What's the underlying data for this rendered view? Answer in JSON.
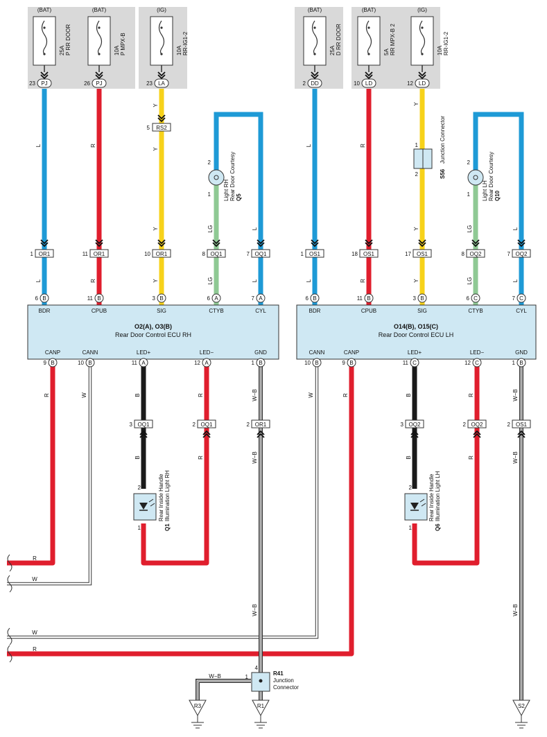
{
  "fuses": {
    "f1": {
      "power": "(BAT)",
      "rating": "25A",
      "name": "P RR DOOR",
      "pin": "23",
      "conn": "PJ"
    },
    "f2": {
      "power": "(BAT)",
      "rating": "10A",
      "name": "P MPX-B",
      "pin": "26",
      "conn": "PJ"
    },
    "f3": {
      "power": "(IG)",
      "rating": "10A",
      "name": "RR-IG1-2",
      "pin": "23",
      "conn": "LA"
    },
    "f4": {
      "power": "(BAT)",
      "rating": "25A",
      "name": "D RR DOOR",
      "pin": "2",
      "conn": "DD"
    },
    "f5": {
      "power": "(BAT)",
      "rating": "5A",
      "name": "RR MPX-B 2",
      "pin": "10",
      "conn": "LD"
    },
    "f6": {
      "power": "(IG)",
      "rating": "10A",
      "name": "RR-IG1-2",
      "pin": "12",
      "conn": "LD"
    }
  },
  "ecu_rh": {
    "title": "O2(A), O3(B)",
    "name": "Rear Door Control ECU RH"
  },
  "ecu_lh": {
    "title": "O14(B), O15(C)",
    "name": "Rear Door Control ECU LH"
  },
  "ecu_rh_pins": [
    {
      "name": "BDR",
      "num": "6",
      "letter": "B"
    },
    {
      "name": "CPUB",
      "num": "11",
      "letter": "B"
    },
    {
      "name": "SIG",
      "num": "3",
      "letter": "B"
    },
    {
      "name": "CTYB",
      "num": "6",
      "letter": "A"
    },
    {
      "name": "CYL",
      "num": "7",
      "letter": "A"
    },
    {
      "name": "CANP",
      "num": "9",
      "letter": "B"
    },
    {
      "name": "CANN",
      "num": "10",
      "letter": "B"
    },
    {
      "name": "LED+",
      "num": "11",
      "letter": "A"
    },
    {
      "name": "LED−",
      "num": "12",
      "letter": "A"
    },
    {
      "name": "GND",
      "num": "1",
      "letter": "B"
    }
  ],
  "ecu_lh_pins": [
    {
      "name": "BDR",
      "num": "6",
      "letter": "B"
    },
    {
      "name": "CPUB",
      "num": "11",
      "letter": "B"
    },
    {
      "name": "SIG",
      "num": "3",
      "letter": "B"
    },
    {
      "name": "CTYB",
      "num": "6",
      "letter": "C"
    },
    {
      "name": "CYL",
      "num": "7",
      "letter": "C"
    },
    {
      "name": "CANN",
      "num": "10",
      "letter": "B"
    },
    {
      "name": "CANP",
      "num": "9",
      "letter": "B"
    },
    {
      "name": "LED+",
      "num": "11",
      "letter": "C"
    },
    {
      "name": "LED−",
      "num": "12",
      "letter": "C"
    },
    {
      "name": "GND",
      "num": "1",
      "letter": "B"
    }
  ],
  "connectors_top": [
    {
      "num": "1",
      "label": "OR1"
    },
    {
      "num": "11",
      "label": "OR1"
    },
    {
      "num": "10",
      "label": "OR1"
    },
    {
      "num": "8",
      "label": "OQ1"
    },
    {
      "num": "7",
      "label": "OQ1"
    },
    {
      "num": "1",
      "label": "OS1"
    },
    {
      "num": "18",
      "label": "OS1"
    },
    {
      "num": "17",
      "label": "OS1"
    },
    {
      "num": "8",
      "label": "OQ2"
    },
    {
      "num": "7",
      "label": "OQ2"
    }
  ],
  "connectors_bottom": [
    {
      "num": "3",
      "label": "OQ1"
    },
    {
      "num": "2",
      "label": "OQ1"
    },
    {
      "num": "2",
      "label": "OR1"
    },
    {
      "num": "3",
      "label": "OQ2"
    },
    {
      "num": "2",
      "label": "OQ2"
    },
    {
      "num": "2",
      "label": "OS1"
    }
  ],
  "rs2": {
    "num": "5",
    "label": "RS2"
  },
  "courtesy_rh": {
    "code": "Q5",
    "line1": "Rear Door Courtesy",
    "line2": "Light RH",
    "pin_top": "2",
    "pin_bottom": "1"
  },
  "courtesy_lh": {
    "code": "Q10",
    "line1": "Rear Door Courtesy",
    "line2": "Light LH",
    "pin_top": "2",
    "pin_bottom": "1"
  },
  "junction_s56": {
    "code": "S56",
    "line1": "Junction Connector",
    "pin_top": "1",
    "pin_bottom": "2"
  },
  "illum_rh": {
    "code": "Q1",
    "line1": "Rear Inside Handle",
    "line2": "Illumination Light RH",
    "pin_top": "2",
    "pin_bottom": "1"
  },
  "illum_lh": {
    "code": "Q6",
    "line1": "Rear Inside Handle",
    "line2": "Illumination Light LH",
    "pin_top": "2",
    "pin_bottom": "1"
  },
  "junction_r41": {
    "code": "R41",
    "line1": "Junction",
    "line2": "Connector",
    "pin_top": "4",
    "pin_left": "1"
  },
  "grounds": [
    "R3",
    "R1",
    "S2"
  ],
  "wire_colors": {
    "L": "L",
    "R": "R",
    "Y": "Y",
    "LG": "LG",
    "B": "B",
    "W": "W",
    "WB": "W−B"
  },
  "colors": {
    "blue": "#1e9ad6",
    "red": "#e01e2d",
    "yellow": "#f7d21a",
    "lightgreen": "#8fc994",
    "black": "#1a1a1a",
    "ecu_fill": "#cfe8f3",
    "fuse_bg": "#d9d9d9",
    "white_wire": "#ffffff"
  }
}
